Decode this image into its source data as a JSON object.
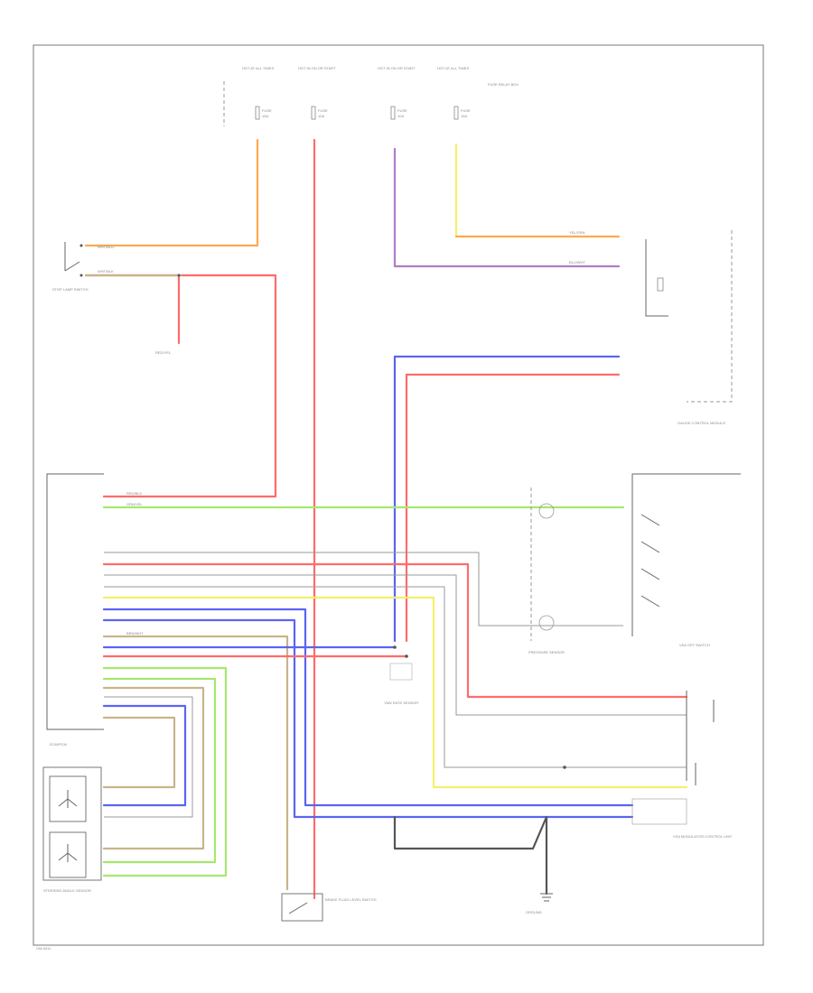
{
  "colors": {
    "orange": "#ffa94d",
    "red": "#ff6b6b",
    "purple": "#b07cc6",
    "yellow": "#f6ef6a",
    "blue": "#5b64f0",
    "green": "#a6e86e",
    "gray": "#9a9a9a",
    "tan": "#c8b48a",
    "dark": "#555555"
  },
  "footer": {
    "code": "GM-0011"
  },
  "fuse_headers": [
    {
      "text": "HOT AT ALL TIMES"
    },
    {
      "text": "HOT IN ON OR START"
    },
    {
      "text": "HOT IN ON OR START"
    },
    {
      "text": "HOT AT ALL TIMES"
    }
  ],
  "fuses": [
    {
      "name": "FUSE",
      "rating": "15A"
    },
    {
      "name": "FUSE",
      "rating": "10A"
    },
    {
      "name": "FUSE",
      "rating": "10A"
    },
    {
      "name": "FUSE",
      "rating": "15A"
    }
  ],
  "fuse_box_label": "FUSE RELAY BOX",
  "components": {
    "stop_switch": "STOP LAMP SWITCH",
    "ecm": "ECM/PCM",
    "yaw_sensor": "YAW RATE SENSOR",
    "combination_meter": "GAUGE CONTROL MODULE",
    "pressure_sensor": "PRESSURE SENSOR",
    "vsa_switch": "VSA OFF SWITCH",
    "vsa_modulator": "VSA MODULATOR-CONTROL UNIT",
    "steering_sensor": "STEERING ANGLE SENSOR",
    "brake_fluid_switch": "BRAKE FLUID LEVEL SWITCH",
    "ground": "GROUND"
  },
  "wire_labels": {
    "w1": "WHT/BLU",
    "w2": "WHT/BLK",
    "w3": "RED/YEL",
    "w4": "YEL/GRN",
    "w5": "BLU/WHT",
    "w6": "RED/BLK",
    "w7": "GRN/YEL",
    "w8": "BRN/WHT"
  }
}
